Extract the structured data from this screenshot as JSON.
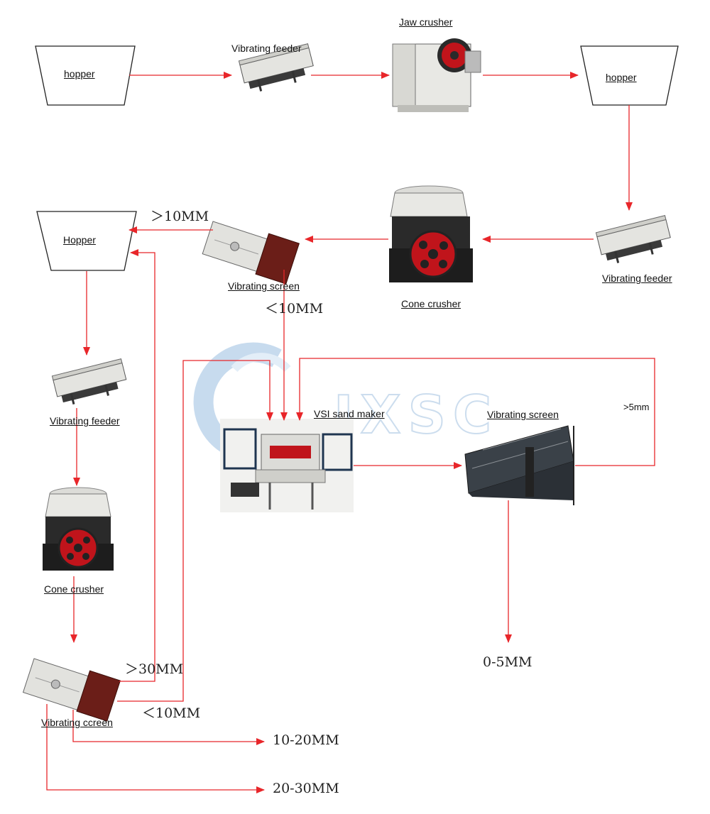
{
  "equipment": {
    "hopper_1": "hopper",
    "vibrating_feeder_1": "Vibrating feeder",
    "jaw_crusher": "Jaw crusher",
    "hopper_2": "hopper",
    "vibrating_feeder_2": "Vibrating feeder",
    "cone_crusher_1": "Cone crusher",
    "vibrating_screen_1": "Vibrating screen",
    "hopper_3": "Hopper",
    "vibrating_feeder_3": "Vibrating feeder",
    "cone_crusher_2": "Cone crusher",
    "vibrating_screen_2": "Vibrating ccreen",
    "vsi_sand_maker": "VSI sand maker",
    "vibrating_screen_3": "Vibrating screen"
  },
  "sizes": {
    "screen1_over": "＞10MM",
    "screen1_under": "＜10MM",
    "screen2_over": "＞30MM",
    "screen2_under": "＜10MM",
    "product_10_20": "10-20MM",
    "product_20_30": "20-30MM",
    "product_0_5": "0-5MM",
    "screen3_over": ">5mm"
  },
  "watermark": "JXSC",
  "colors": {
    "arrow": "#e8262a",
    "machine_light": "#e6e6e2",
    "machine_dark": "#2a2a2a",
    "machine_red": "#c0141b",
    "screen_brown": "#6b1e18",
    "watermark_blue": "#3a7fc4"
  }
}
